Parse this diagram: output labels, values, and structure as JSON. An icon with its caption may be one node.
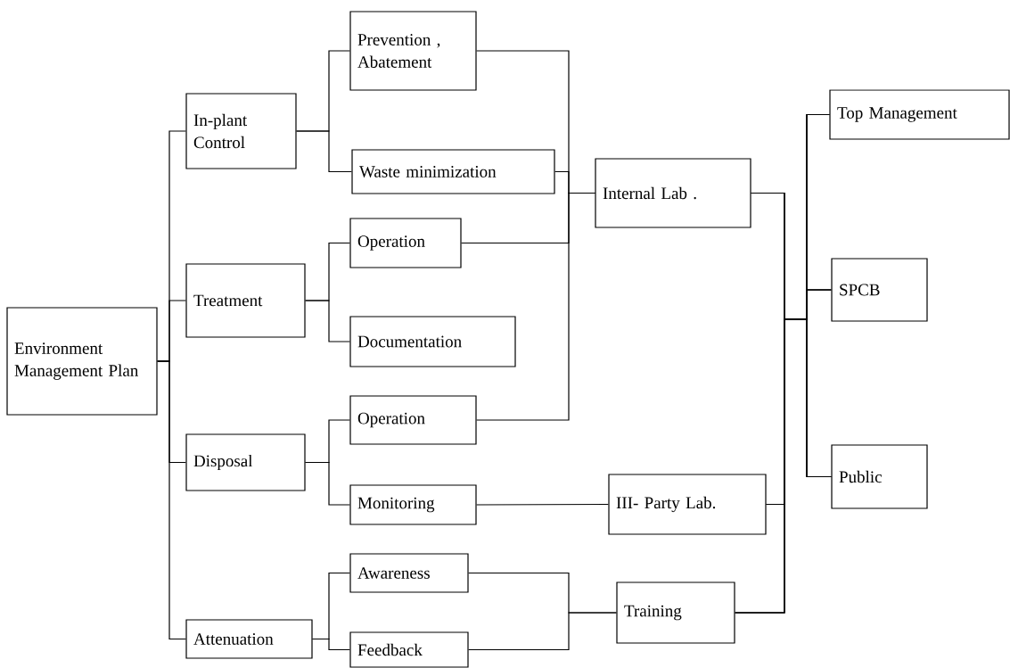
{
  "diagram": {
    "nodes": [
      {
        "text": [
          "Environment Management Plan"
        ]
      },
      {
        "text": [
          "In-plant Control"
        ]
      },
      {
        "text": [
          "Treatment"
        ]
      },
      {
        "text": [
          "Disposal"
        ]
      },
      {
        "text": [
          "Attenuation"
        ]
      },
      {
        "text": [
          "Prevention , Abatement"
        ]
      },
      {
        "text": [
          "Waste minimization"
        ]
      },
      {
        "text": [
          "Operation"
        ]
      },
      {
        "text": [
          "Documentation"
        ]
      },
      {
        "text": [
          "Operation"
        ]
      },
      {
        "text": [
          "Monitoring"
        ]
      },
      {
        "text": [
          "Awareness"
        ]
      },
      {
        "text": [
          "Feedback"
        ]
      },
      {
        "text": [
          "Internal Lab ."
        ]
      },
      {
        "text": [
          "III- Party Lab."
        ]
      },
      {
        "text": [
          "Training"
        ]
      },
      {
        "text": [
          "Top Management"
        ]
      },
      {
        "text": [
          "SPCB"
        ]
      },
      {
        "text": [
          "Public"
        ]
      }
    ],
    "edges": [
      {
        "from": 0,
        "to": 1,
        "arrow": "none"
      },
      {
        "from": 0,
        "to": 2,
        "arrow": "none"
      },
      {
        "from": 0,
        "to": 3,
        "arrow": "none"
      },
      {
        "from": 0,
        "to": 4,
        "arrow": "none"
      },
      {
        "from": 1,
        "to": 5,
        "arrow": "none"
      },
      {
        "from": 1,
        "to": 6,
        "arrow": "none"
      },
      {
        "from": 2,
        "to": 7,
        "arrow": "none"
      },
      {
        "from": 2,
        "to": 8,
        "arrow": "none"
      },
      {
        "from": 3,
        "to": 9,
        "arrow": "none"
      },
      {
        "from": 3,
        "to": 10,
        "arrow": "none"
      },
      {
        "from": 4,
        "to": 11,
        "arrow": "none"
      },
      {
        "from": 4,
        "to": 12,
        "arrow": "none"
      },
      {
        "from": 5,
        "to": 13,
        "arrow": "none"
      },
      {
        "from": 6,
        "to": 13,
        "arrow": "none"
      },
      {
        "from": 7,
        "to": 13,
        "arrow": "none"
      },
      {
        "from": 9,
        "to": 13,
        "arrow": "none"
      },
      {
        "from": 10,
        "to": 14,
        "arrow": "none"
      },
      {
        "from": 11,
        "to": 15,
        "arrow": "none"
      },
      {
        "from": 12,
        "to": 15,
        "arrow": "none"
      },
      {
        "from": 13,
        "to": 16,
        "arrow": "none"
      },
      {
        "from": 13,
        "to": 17,
        "arrow": "none"
      },
      {
        "from": 13,
        "to": 18,
        "arrow": "none"
      },
      {
        "from": 14,
        "to": 16,
        "arrow": "none"
      },
      {
        "from": 14,
        "to": 17,
        "arrow": "none"
      },
      {
        "from": 14,
        "to": 18,
        "arrow": "none"
      },
      {
        "from": 15,
        "to": 16,
        "arrow": "none"
      },
      {
        "from": 15,
        "to": 17,
        "arrow": "none"
      },
      {
        "from": 15,
        "to": 18,
        "arrow": "none"
      }
    ]
  }
}
